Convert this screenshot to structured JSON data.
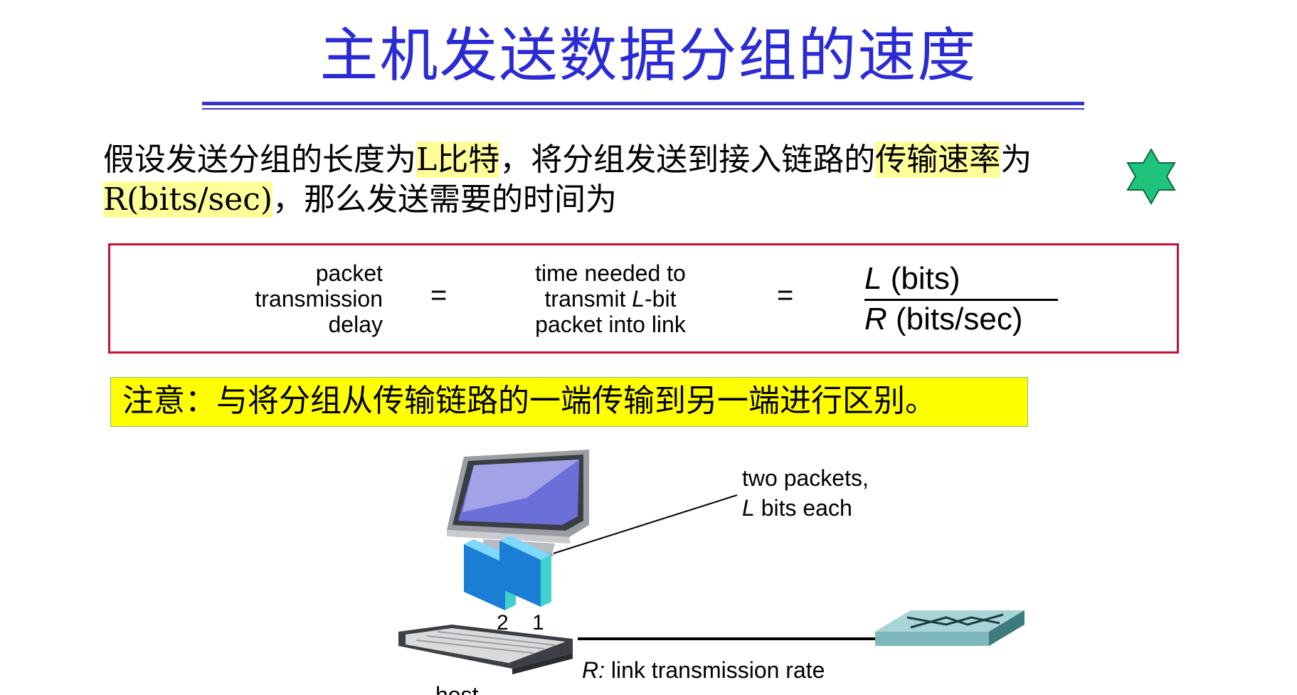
{
  "title": "主机发送数据分组的速度",
  "intro": {
    "line1_part1": "假设发送分组的长度为",
    "line1_hl1": "L比特",
    "line1_part2": "，将分组发送到接入链路的",
    "line1_hl2": "传输速率",
    "line1_part3": "为",
    "line2_hl": "R(bits/sec)",
    "line2_part": "，那么发送需要的时间为"
  },
  "formula": {
    "left_term": [
      "packet",
      "transmission",
      "delay"
    ],
    "equals": "=",
    "middle_line1": "time needed to",
    "middle_line2_pre": "transmit ",
    "middle_line2_var": "L",
    "middle_line2_post": "-bit",
    "middle_line3": "packet into link",
    "numerator_var": "L",
    "numerator_unit": " (bits)",
    "denominator_var": "R",
    "denominator_unit": " (bits/sec)"
  },
  "note": "注意：与将分组从传输链路的一端传输到另一端进行区别。",
  "diagram": {
    "packets_label_line1": "two packets,",
    "packets_label_line2_var": "L",
    "packets_label_line2_rest": " bits each",
    "packet_num_2": "2",
    "packet_num_1": "1",
    "rate_label_var": "R:",
    "rate_label_rest": " link transmission rate",
    "host_label": "host"
  },
  "colors": {
    "title": "#2b2bd6",
    "highlight": "#ffff99",
    "formula_border": "#c8102e",
    "note_bg": "#ffff00",
    "star": "#1fc47a",
    "packet_front": "#1a7fd4",
    "packet_side": "#3fd0d0",
    "router": "#5f9ea0"
  },
  "icons": {
    "star": "six-point-star-icon",
    "monitor": "monitor-icon",
    "keyboard": "keyboard-icon",
    "router": "router-icon",
    "packet": "packet-icon"
  }
}
